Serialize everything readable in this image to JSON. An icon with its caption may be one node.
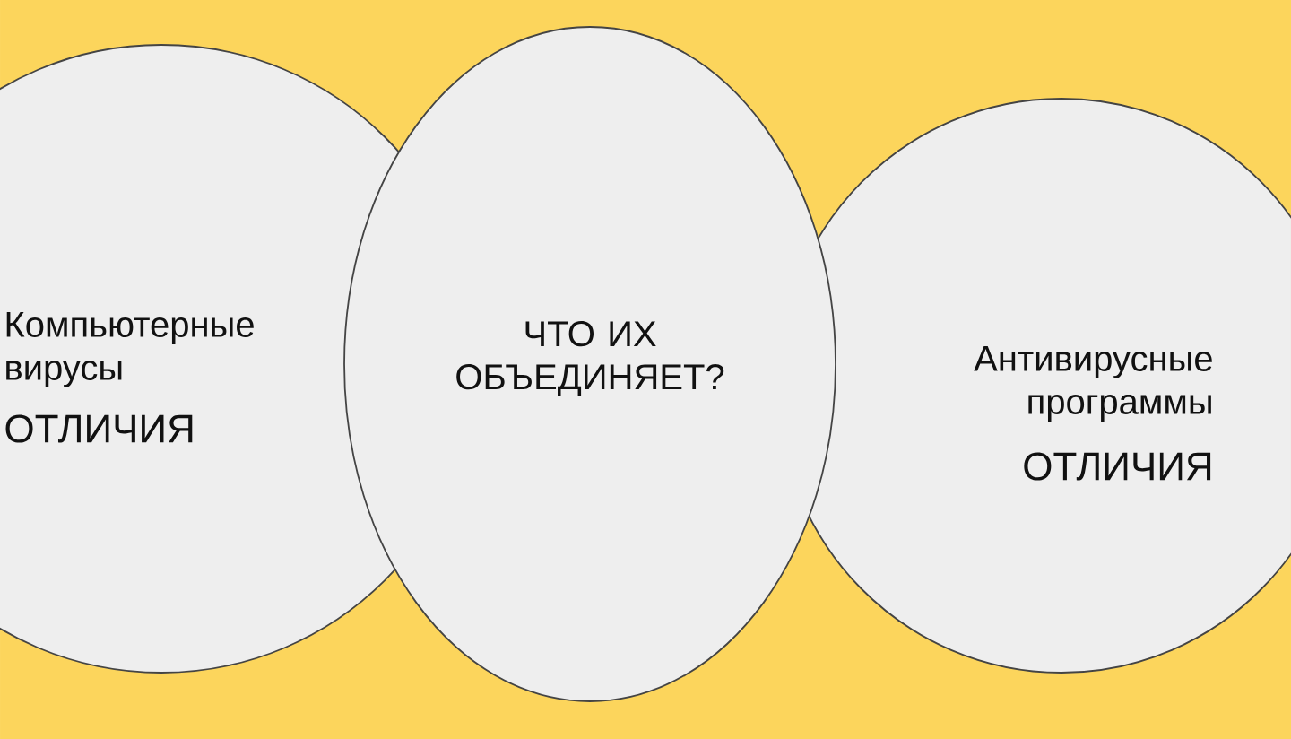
{
  "diagram": {
    "nodes": [
      {
        "text": [
          "Компьютерные вирусы",
          "ОТЛИЧИЯ"
        ]
      },
      {
        "text": [
          "ЧТО ИХ ОБЪЕДИНЯЕТ?"
        ]
      },
      {
        "text": [
          "Антивирусные программы",
          "ОТЛИЧИЯ"
        ]
      }
    ],
    "edges": []
  }
}
